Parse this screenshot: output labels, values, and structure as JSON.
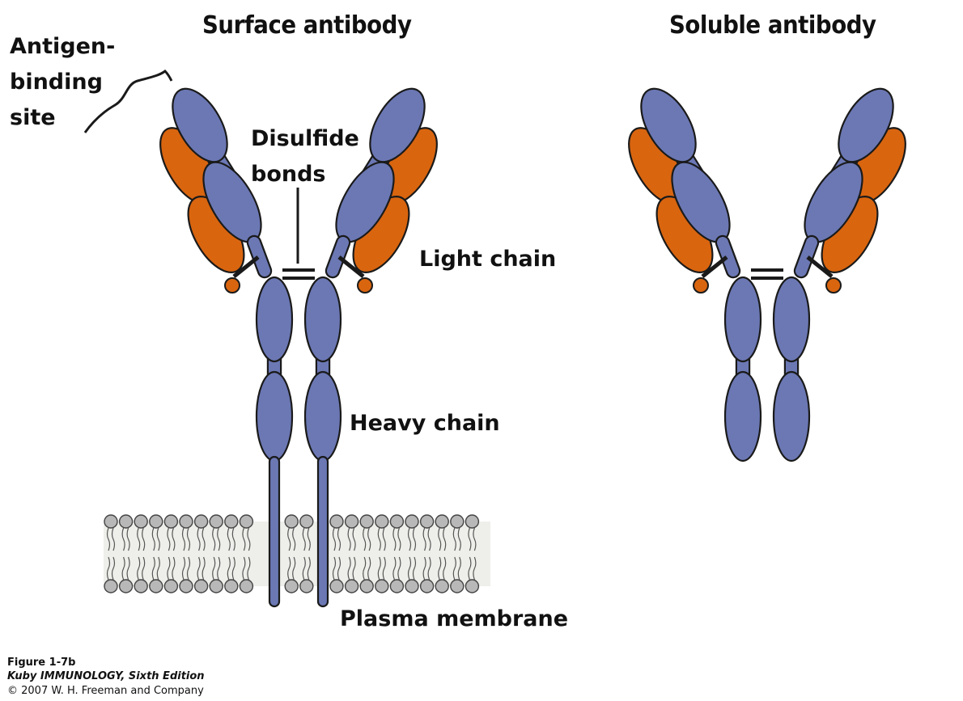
{
  "titles": {
    "surface": "Surface antibody",
    "soluble": "Soluble antibody"
  },
  "labels": {
    "antigen_binding": [
      "Antigen-",
      "binding",
      "site"
    ],
    "disulfide": [
      "Disulfide",
      "bonds"
    ],
    "light_chain": "Light chain",
    "heavy_chain": "Heavy chain",
    "plasma_membrane": "Plasma membrane"
  },
  "caption": {
    "figure": "Figure 1-7b",
    "book": "Kuby IMMUNOLOGY, Sixth Edition",
    "copyright": "© 2007 W. H. Freeman and Company"
  },
  "colors": {
    "heavy_chain": "#6b78b4",
    "light_chain": "#d9650f",
    "outline": "#1a1a1a",
    "membrane_head": "#b8b8b8",
    "membrane_band": "#eeeeea"
  }
}
